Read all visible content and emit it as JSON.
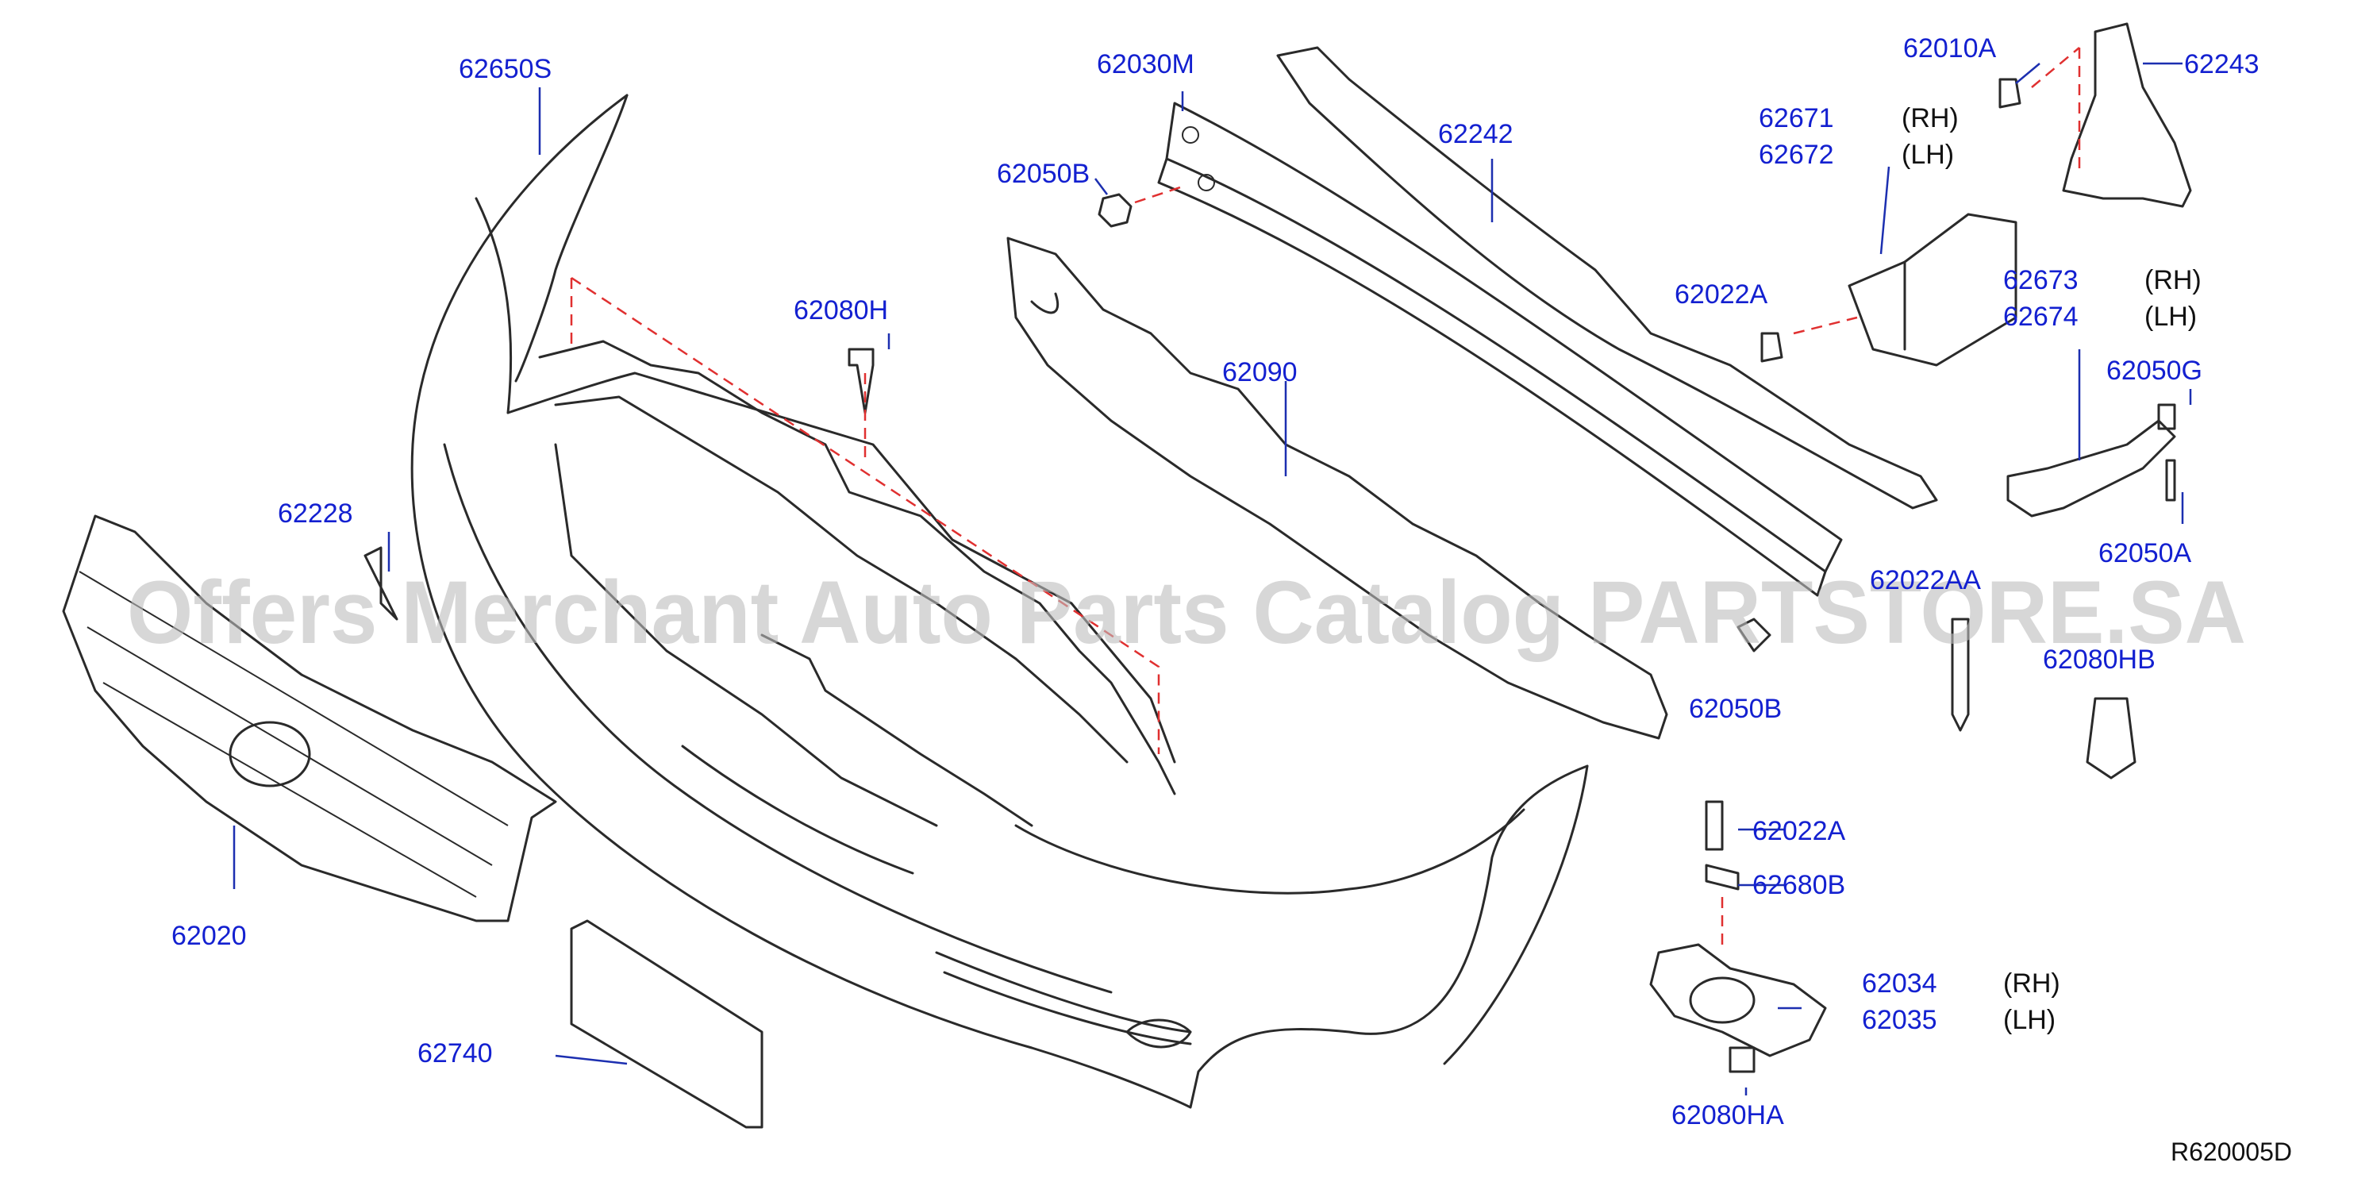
{
  "watermark": "Offers Merchant Auto Parts Catalog PARTSTORE.SA",
  "drawing_ref": "R620005D",
  "callouts": [
    {
      "code": "62650S"
    },
    {
      "code": "62030M"
    },
    {
      "code": "62010A"
    },
    {
      "code": "62243"
    },
    {
      "code": "62242"
    },
    {
      "code": "62671",
      "side": "(RH)"
    },
    {
      "code": "62672",
      "side": "(LH)"
    },
    {
      "code": "62050B"
    },
    {
      "code": "62080H"
    },
    {
      "code": "62022A"
    },
    {
      "code": "62673",
      "side": "(RH)"
    },
    {
      "code": "62674",
      "side": "(LH)"
    },
    {
      "code": "62090"
    },
    {
      "code": "62050G"
    },
    {
      "code": "62228"
    },
    {
      "code": "62050A"
    },
    {
      "code": "62022AA"
    },
    {
      "code": "62080HB"
    },
    {
      "code": "62050B"
    },
    {
      "code": "62022A"
    },
    {
      "code": "62680B"
    },
    {
      "code": "62034",
      "side": "(RH)"
    },
    {
      "code": "62035",
      "side": "(LH)"
    },
    {
      "code": "62020"
    },
    {
      "code": "62740"
    },
    {
      "code": "62080HA"
    }
  ]
}
